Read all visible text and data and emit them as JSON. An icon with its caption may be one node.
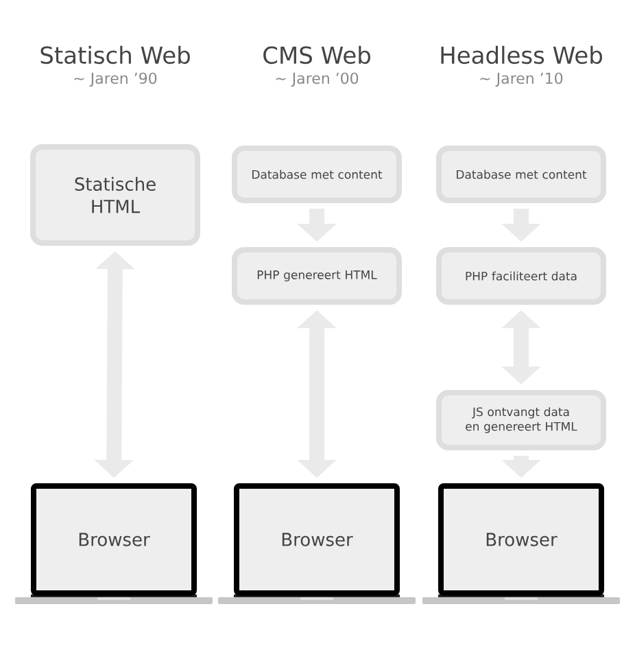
{
  "diagram": {
    "nodes": [
      {
        "text": [
          "Statische HTML"
        ]
      },
      {
        "text": [
          "Browser"
        ]
      },
      {
        "text": [
          "Database met content"
        ]
      },
      {
        "text": [
          "PHP genereert HTML"
        ]
      },
      {
        "text": [
          "Browser"
        ]
      },
      {
        "text": [
          "Database met content"
        ]
      },
      {
        "text": [
          "PHP faciliteert data"
        ]
      },
      {
        "text": [
          "JS ontvangt data en genereert HTML"
        ]
      },
      {
        "text": [
          "Browser"
        ]
      }
    ],
    "edges": [
      {
        "from": 0,
        "to": 1,
        "arrow": "both"
      },
      {
        "from": 2,
        "to": 3,
        "arrow": "to"
      },
      {
        "from": 3,
        "to": 4,
        "arrow": "both"
      },
      {
        "from": 5,
        "to": 6,
        "arrow": "to"
      },
      {
        "from": 6,
        "to": 7,
        "arrow": "both"
      },
      {
        "from": 7,
        "to": 8,
        "arrow": "to"
      }
    ],
    "labels": [
      "Statisch Web",
      "~ Jaren ’90",
      "CMS Web",
      "~ Jaren ’00",
      "Headless Web",
      "~ Jaren ’10"
    ]
  }
}
